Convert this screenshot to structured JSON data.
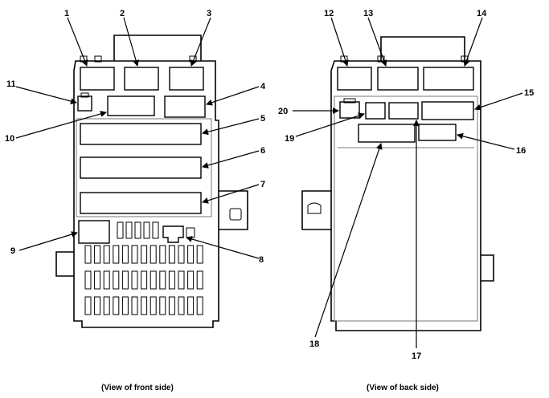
{
  "captions": {
    "front": "(View of front side)",
    "back": "(View of back side)"
  },
  "callouts": {
    "n1": "1",
    "n2": "2",
    "n3": "3",
    "n4": "4",
    "n5": "5",
    "n6": "6",
    "n7": "7",
    "n8": "8",
    "n9": "9",
    "n10": "10",
    "n11": "11",
    "n12": "12",
    "n13": "13",
    "n14": "14",
    "n15": "15",
    "n16": "16",
    "n17": "17",
    "n18": "18",
    "n19": "19",
    "n20": "20"
  }
}
